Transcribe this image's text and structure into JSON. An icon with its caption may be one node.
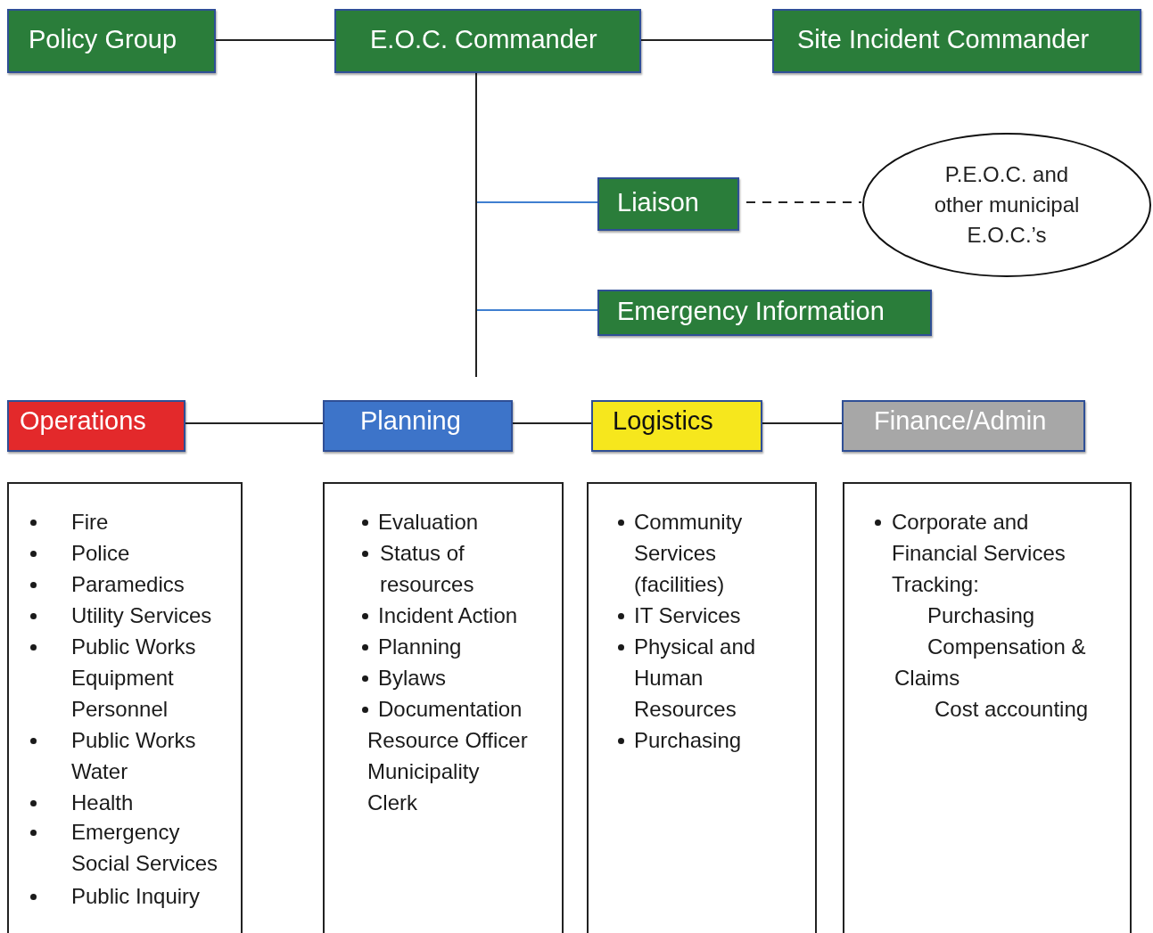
{
  "diagram": {
    "nodes": [
      {
        "text": [
          "Policy Group"
        ]
      },
      {
        "text": [
          "E.O.C. Commander"
        ]
      },
      {
        "text": [
          "Site Incident Commander"
        ]
      },
      {
        "text": [
          "Liaison"
        ]
      },
      {
        "text": [
          "P.E.O.C. and other municipal E.O.C.’s"
        ]
      },
      {
        "text": [
          "Emergency Information"
        ]
      },
      {
        "text": [
          "Operations"
        ]
      },
      {
        "text": [
          "Planning"
        ]
      },
      {
        "text": [
          "Logistics"
        ]
      },
      {
        "text": [
          "Finance/Admin"
        ]
      },
      {
        "text": [
          "Fire",
          "Police",
          "Paramedics",
          "Utility Services",
          "Public Works Equipment Personnel",
          "Public Works Water",
          "Health",
          "Emergency Social Services",
          "Public Inquiry"
        ]
      },
      {
        "text": [
          "Evaluation",
          "Status of resources",
          "Incident Action",
          "Planning",
          "Bylaws",
          "Documentation",
          "Resource Officer Municipality Clerk"
        ]
      },
      {
        "text": [
          "Community Services (facilities)",
          "IT Services",
          "Physical and Human Resources",
          "Purchasing"
        ]
      },
      {
        "text": [
          "Corporate and Financial Services Tracking:",
          "Purchasing",
          "Compensation & Claims",
          "Cost accounting"
        ]
      }
    ],
    "edges": [
      {
        "from": 0,
        "to": 1,
        "arrow": "none"
      },
      {
        "from": 1,
        "to": 2,
        "arrow": "none"
      },
      {
        "from": 1,
        "to": 3,
        "arrow": "none",
        "color": "#3f7fd0"
      },
      {
        "from": 3,
        "to": 4,
        "arrow": "none",
        "style": "dashed"
      },
      {
        "from": 1,
        "to": 5,
        "arrow": "none",
        "color": "#3f7fd0"
      },
      {
        "from": 6,
        "to": 7,
        "arrow": "none"
      },
      {
        "from": 7,
        "to": 8,
        "arrow": "none"
      },
      {
        "from": 8,
        "to": 9,
        "arrow": "none"
      }
    ]
  }
}
